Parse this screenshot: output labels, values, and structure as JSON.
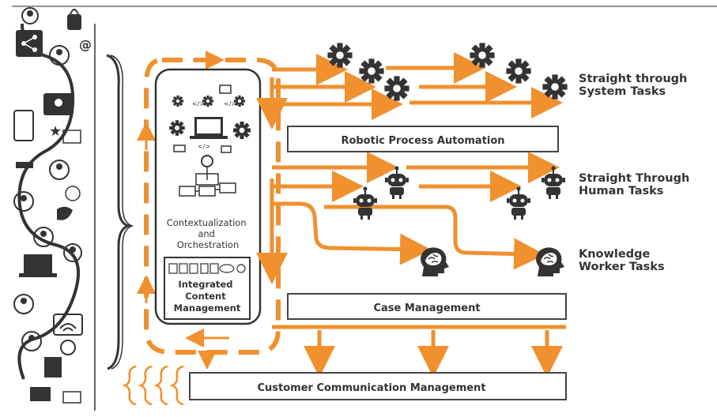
{
  "labels": {
    "contextualization": [
      "Contextualization",
      "and",
      "Orchestration"
    ],
    "integrated_content": [
      "Integrated",
      "Content",
      "Management"
    ],
    "rpa": "Robotic Process Automation",
    "case_management": "Case Management",
    "ccm": "Customer Communication Management",
    "straight_system": [
      "Straight through",
      "System Tasks"
    ],
    "straight_human": [
      "Straight Through",
      "Human Tasks"
    ],
    "knowledge_worker": [
      "Knowledge",
      "Worker Tasks"
    ]
  },
  "icons": {
    "gear": "gear-icon",
    "robot": "robot-icon",
    "brain": "brain-head-icon",
    "flowchart": "flowchart-icon",
    "laptop": "laptop-icon",
    "document": "document-icon"
  },
  "colors": {
    "accent": "#F0902E",
    "dark": "#333333",
    "border": "#444444"
  }
}
